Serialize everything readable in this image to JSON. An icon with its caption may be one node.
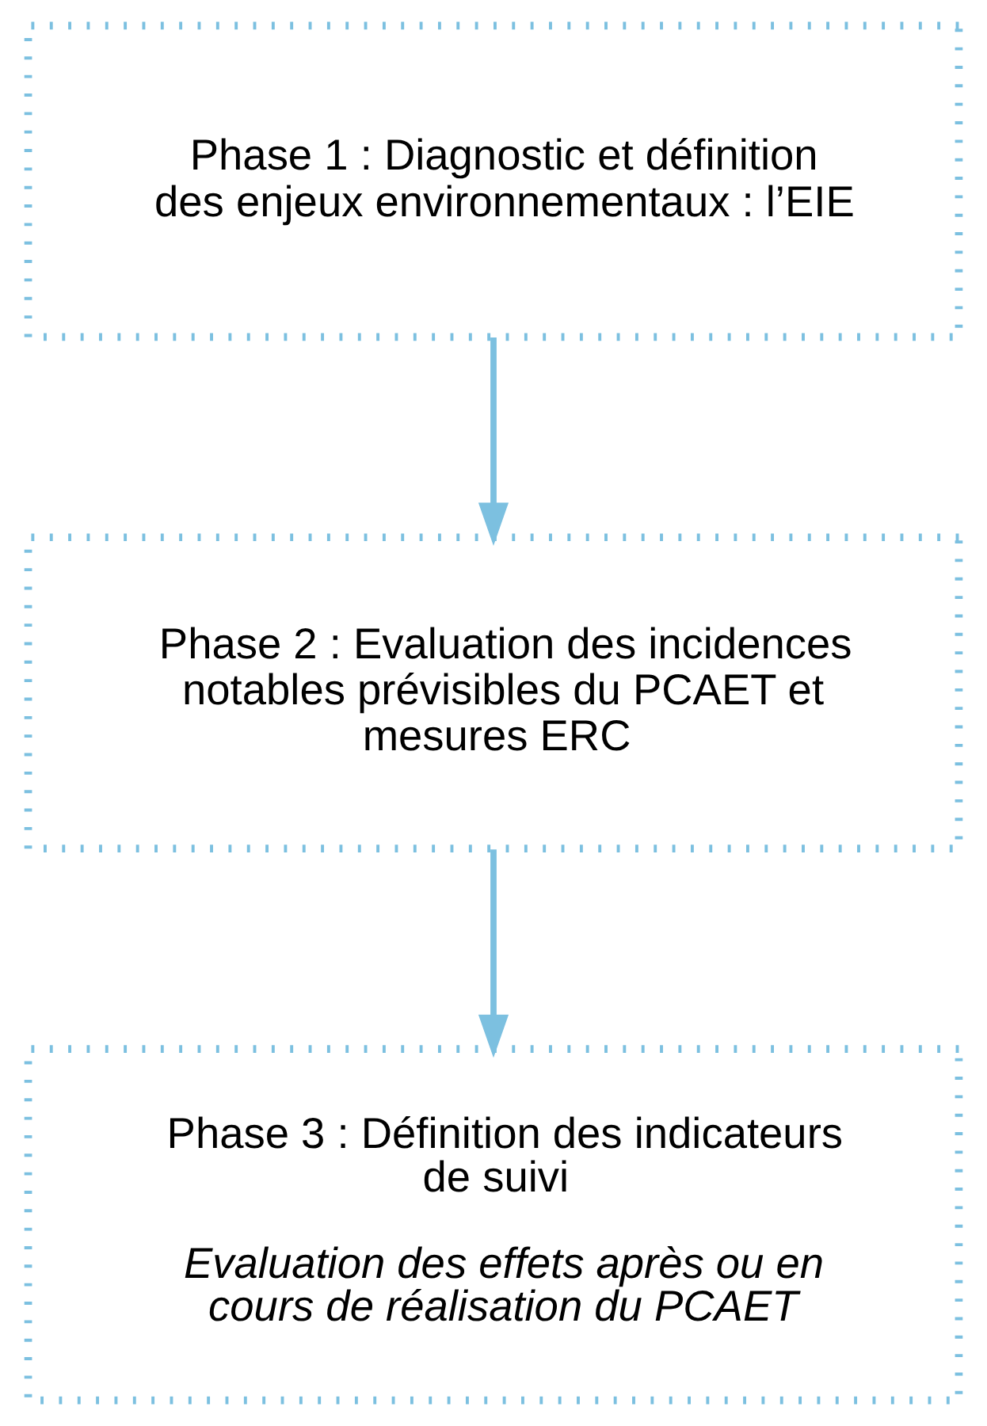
{
  "diagram": {
    "nodes": [
      {
        "text": [
          "Phase 1 : Diagnostic et définition des enjeux environnementaux : l’EIE"
        ]
      },
      {
        "text": [
          "Phase 2 : Evaluation des incidences notables prévisibles du PCAET et mesures ERC"
        ]
      },
      {
        "text": [
          "Phase 3 : Définition des indicateurs de suivi",
          "Evaluation des effets après ou en cours de réalisation du PCAET"
        ]
      }
    ],
    "edges": [
      {
        "from": 0,
        "to": 1,
        "arrow": "to"
      },
      {
        "from": 1,
        "to": 2,
        "arrow": "to"
      }
    ]
  }
}
